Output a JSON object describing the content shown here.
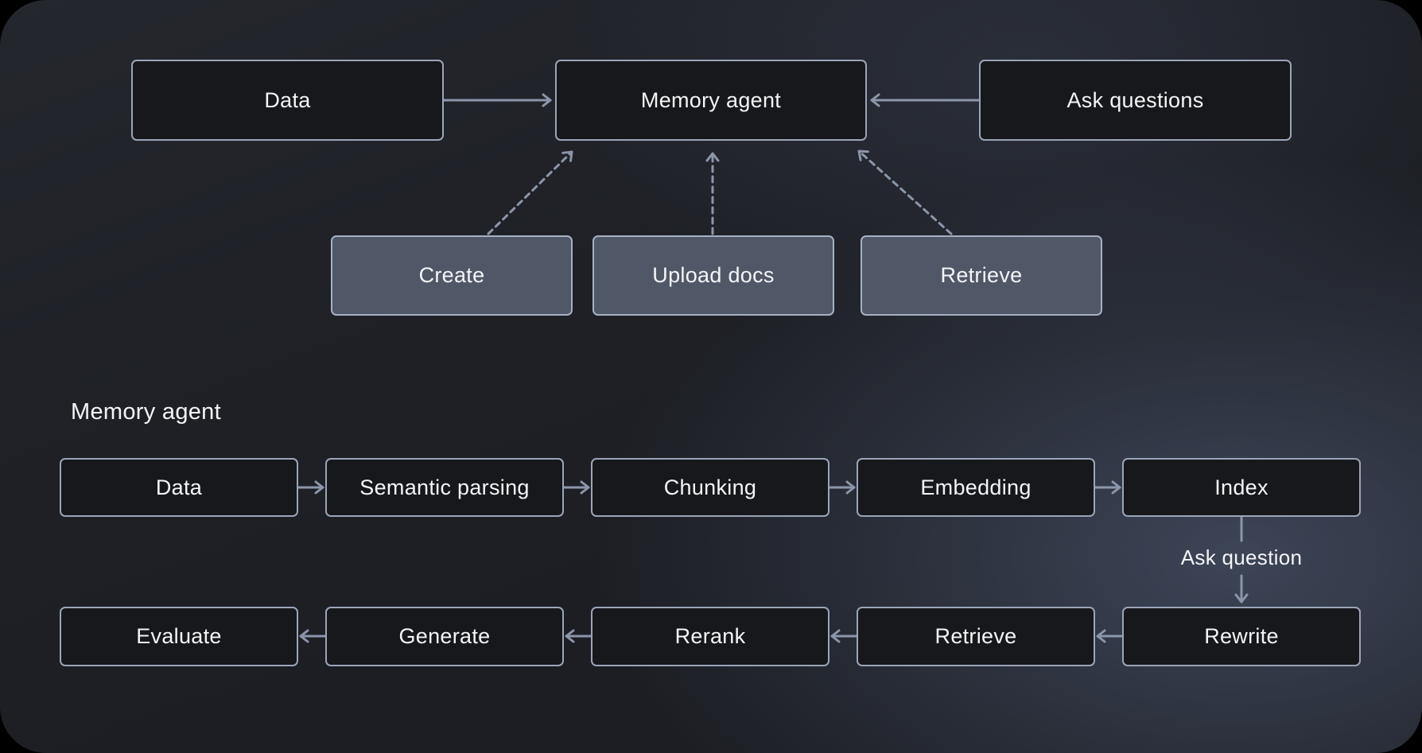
{
  "meta": {
    "type": "flow-diagram",
    "theme": "dark"
  },
  "colors": {
    "canvas_background": "#1d1f25",
    "glow": "#586582",
    "node_dark_fill": "#17181c",
    "node_gray_fill": "#505868",
    "node_border": "#9aa5b8",
    "arrow": "#8c96aa",
    "text": "#f4f5f7"
  },
  "top_flow": {
    "nodes": {
      "data": {
        "label": "Data"
      },
      "memory_agent": {
        "label": "Memory agent"
      },
      "ask_questions": {
        "label": "Ask questions"
      },
      "create": {
        "label": "Create"
      },
      "upload_docs": {
        "label": "Upload docs"
      },
      "retrieve": {
        "label": "Retrieve"
      }
    },
    "edges": [
      {
        "from": "Data",
        "to": "Memory agent",
        "style": "solid"
      },
      {
        "from": "Ask questions",
        "to": "Memory agent",
        "style": "solid"
      },
      {
        "from": "Create",
        "to": "Memory agent",
        "style": "dashed"
      },
      {
        "from": "Upload docs",
        "to": "Memory agent",
        "style": "dashed"
      },
      {
        "from": "Retrieve",
        "to": "Memory agent",
        "style": "dashed"
      }
    ]
  },
  "bottom_flow": {
    "title": "Memory agent",
    "edge_label": "Ask question",
    "row1": [
      {
        "label": "Data"
      },
      {
        "label": "Semantic parsing"
      },
      {
        "label": "Chunking"
      },
      {
        "label": "Embedding"
      },
      {
        "label": "Index"
      }
    ],
    "row2": [
      {
        "label": "Evaluate"
      },
      {
        "label": "Generate"
      },
      {
        "label": "Rerank"
      },
      {
        "label": "Retrieve"
      },
      {
        "label": "Rewrite"
      }
    ],
    "edges": [
      {
        "from": "Data",
        "to": "Semantic parsing",
        "style": "solid"
      },
      {
        "from": "Semantic parsing",
        "to": "Chunking",
        "style": "solid"
      },
      {
        "from": "Chunking",
        "to": "Embedding",
        "style": "solid"
      },
      {
        "from": "Embedding",
        "to": "Index",
        "style": "solid"
      },
      {
        "from": "Index",
        "to": "Rewrite",
        "style": "solid",
        "label": "Ask question"
      },
      {
        "from": "Rewrite",
        "to": "Retrieve",
        "style": "solid"
      },
      {
        "from": "Retrieve",
        "to": "Rerank",
        "style": "solid"
      },
      {
        "from": "Rerank",
        "to": "Generate",
        "style": "solid"
      },
      {
        "from": "Generate",
        "to": "Evaluate",
        "style": "solid"
      }
    ]
  }
}
